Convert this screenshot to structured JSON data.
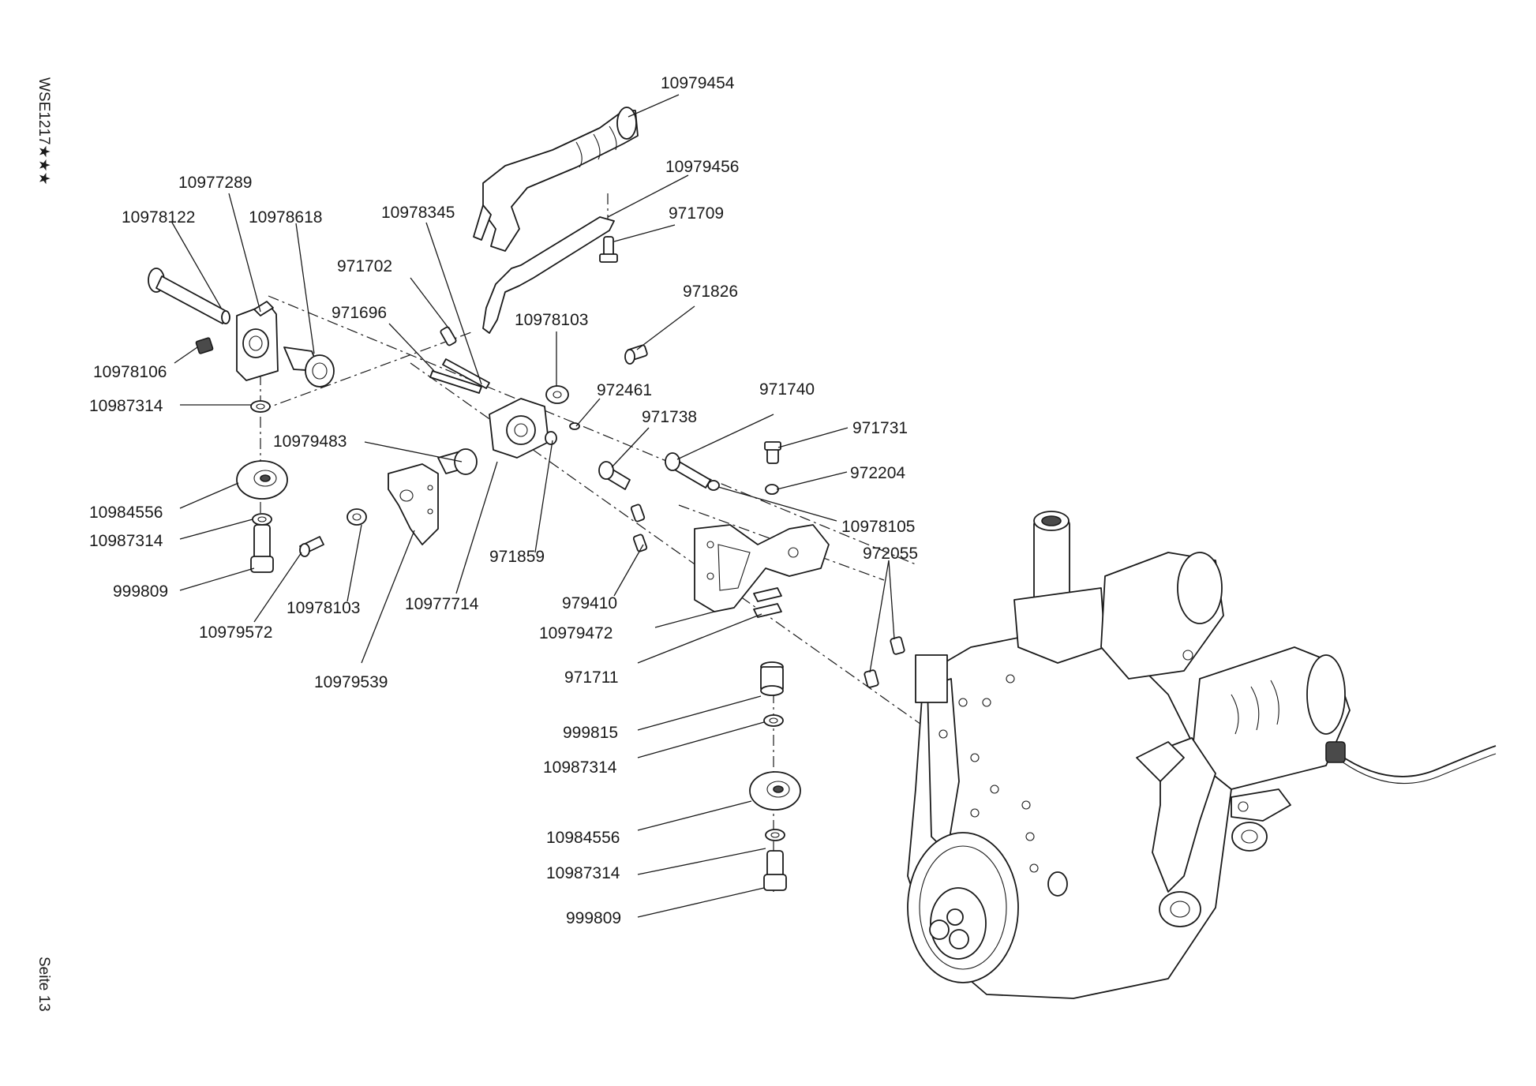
{
  "page": {
    "doc_code": "WSE1217★★★",
    "page_label": "Seite 13"
  },
  "labels": [
    {
      "id": "p01",
      "text": "10979454"
    },
    {
      "id": "p02",
      "text": "10979456"
    },
    {
      "id": "p03",
      "text": "971709"
    },
    {
      "id": "p04",
      "text": "10977289"
    },
    {
      "id": "p05",
      "text": "10978122"
    },
    {
      "id": "p06",
      "text": "10978618"
    },
    {
      "id": "p07",
      "text": "10978345"
    },
    {
      "id": "p08",
      "text": "971702"
    },
    {
      "id": "p09",
      "text": "971696"
    },
    {
      "id": "p10",
      "text": "971826"
    },
    {
      "id": "p11",
      "text": "10978103"
    },
    {
      "id": "p12",
      "text": "10978106"
    },
    {
      "id": "p13",
      "text": "10987314"
    },
    {
      "id": "p14",
      "text": "972461"
    },
    {
      "id": "p15",
      "text": "971740"
    },
    {
      "id": "p16",
      "text": "971738"
    },
    {
      "id": "p17",
      "text": "971731"
    },
    {
      "id": "p18",
      "text": "10979483"
    },
    {
      "id": "p19",
      "text": "972204"
    },
    {
      "id": "p20",
      "text": "10984556"
    },
    {
      "id": "p21",
      "text": "10978105"
    },
    {
      "id": "p22",
      "text": "10987314"
    },
    {
      "id": "p23",
      "text": "971859"
    },
    {
      "id": "p24",
      "text": "972055"
    },
    {
      "id": "p25",
      "text": "999809"
    },
    {
      "id": "p26",
      "text": "10978103"
    },
    {
      "id": "p27",
      "text": "10977714"
    },
    {
      "id": "p28",
      "text": "979410"
    },
    {
      "id": "p29",
      "text": "10979572"
    },
    {
      "id": "p30",
      "text": "10979472"
    },
    {
      "id": "p31",
      "text": "971711"
    },
    {
      "id": "p32",
      "text": "10979539"
    },
    {
      "id": "p33",
      "text": "999815"
    },
    {
      "id": "p34",
      "text": "10987314"
    },
    {
      "id": "p35",
      "text": "10984556"
    },
    {
      "id": "p36",
      "text": "10987314"
    },
    {
      "id": "p37",
      "text": "999809"
    }
  ]
}
